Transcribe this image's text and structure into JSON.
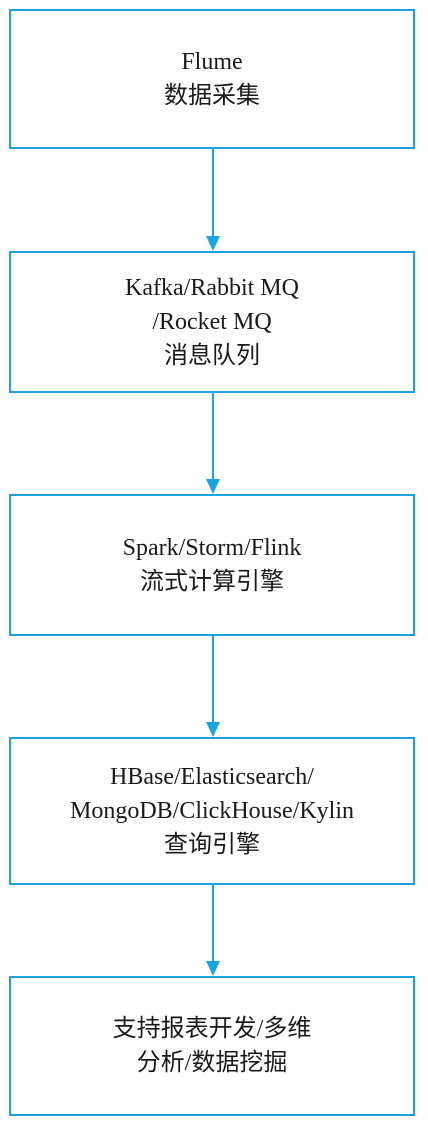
{
  "flow": {
    "steps": [
      {
        "lines": [
          "Flume",
          "数据采集"
        ]
      },
      {
        "lines": [
          "Kafka/Rabbit MQ",
          "/Rocket MQ",
          "消息队列"
        ]
      },
      {
        "lines": [
          "Spark/Storm/Flink",
          "流式计算引擎"
        ]
      },
      {
        "lines": [
          "HBase/Elasticsearch/",
          "MongoDB/ClickHouse/Kylin",
          "查询引擎"
        ]
      },
      {
        "lines": [
          "支持报表开发/多维",
          "分析/数据挖掘"
        ]
      }
    ]
  },
  "colors": {
    "border": "#1aa3e0",
    "arrow": "#1aa3e0",
    "text": "#1a1a1a",
    "background": "#ffffff"
  }
}
